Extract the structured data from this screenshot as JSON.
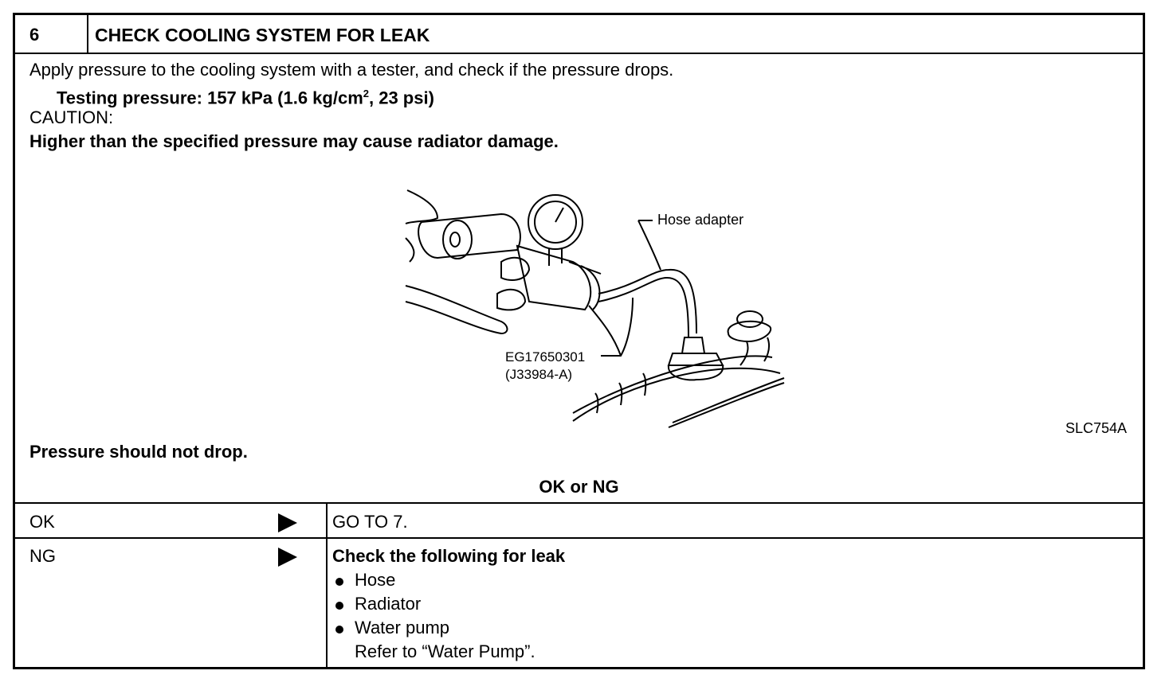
{
  "header": {
    "step_number": "6",
    "title": "CHECK COOLING SYSTEM FOR LEAK"
  },
  "body": {
    "instruction": "Apply pressure to the cooling system with a tester, and check if the pressure drops.",
    "testing_pressure_prefix": "Testing pressure: 157 kPa (1.6 kg/cm",
    "testing_pressure_sup": "2",
    "testing_pressure_suffix": ", 23 psi)",
    "caution_label": "CAUTION:",
    "caution_text": "Higher than the specified pressure may cause radiator damage."
  },
  "figure": {
    "label_hose_adapter": "Hose adapter",
    "label_tool_number": "EG17650301",
    "label_tool_alt": "(J33984-A)",
    "figure_code": "SLC754A"
  },
  "expectation": "Pressure should not drop.",
  "result_header": "OK or NG",
  "results": [
    {
      "result": "OK",
      "action_bold": "GO TO 7."
    },
    {
      "result": "NG",
      "action_bold": "Check the following for leak",
      "items": [
        "Hose",
        "Radiator",
        "Water pump"
      ],
      "note": "Refer to “Water Pump”."
    }
  ]
}
